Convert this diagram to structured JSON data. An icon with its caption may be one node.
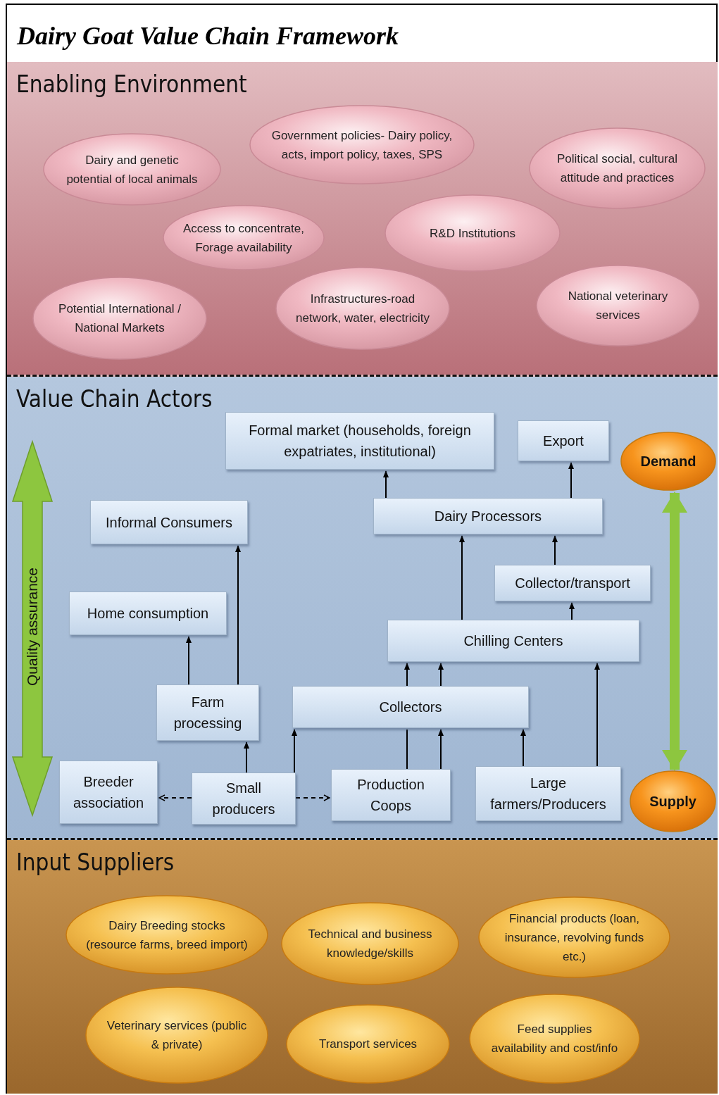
{
  "diagram": {
    "title": "Dairy Goat Value Chain Framework",
    "nodes": [
      {
        "text": [
          "Enabling Environment"
        ]
      },
      {
        "text": [
          "Dairy and genetic potential of local animals"
        ],
        "in": 0
      },
      {
        "text": [
          "Government policies- Dairy policy, acts, import policy, taxes, SPS"
        ],
        "in": 0
      },
      {
        "text": [
          "Political social, cultural attitude and practices"
        ],
        "in": 0
      },
      {
        "text": [
          "Access to concentrate, Forage availability"
        ],
        "in": 0
      },
      {
        "text": [
          "R&D Institutions"
        ],
        "in": 0
      },
      {
        "text": [
          "Potential International / National Markets"
        ],
        "in": 0
      },
      {
        "text": [
          "Infrastructures-road network, water, electricity"
        ],
        "in": 0
      },
      {
        "text": [
          "National veterinary services"
        ],
        "in": 0
      },
      {
        "text": [
          "Value Chain Actors"
        ]
      },
      {
        "text": [
          "Formal market (households, foreign expatriates, institutional)"
        ],
        "in": 9
      },
      {
        "text": [
          "Export"
        ],
        "in": 9
      },
      {
        "text": [
          "Demand"
        ],
        "in": 9
      },
      {
        "text": [
          "Informal Consumers"
        ],
        "in": 9
      },
      {
        "text": [
          "Dairy Processors"
        ],
        "in": 9
      },
      {
        "text": [
          "Collector/transport"
        ],
        "in": 9
      },
      {
        "text": [
          "Home consumption"
        ],
        "in": 9
      },
      {
        "text": [
          "Chilling Centers"
        ],
        "in": 9
      },
      {
        "text": [
          "Farm processing"
        ],
        "in": 9
      },
      {
        "text": [
          "Collectors"
        ],
        "in": 9
      },
      {
        "text": [
          "Breeder association"
        ],
        "in": 9
      },
      {
        "text": [
          "Small producers"
        ],
        "in": 9
      },
      {
        "text": [
          "Production Coops"
        ],
        "in": 9
      },
      {
        "text": [
          "Large farmers/Producers"
        ],
        "in": 9
      },
      {
        "text": [
          "Supply"
        ],
        "in": 9
      },
      {
        "text": [
          "Input Suppliers"
        ]
      },
      {
        "text": [
          "Dairy Breeding stocks (resource farms, breed import)"
        ],
        "in": 25
      },
      {
        "text": [
          "Technical and business knowledge/skills"
        ],
        "in": 25
      },
      {
        "text": [
          "Financial products (loan, insurance, revolving funds etc.)"
        ],
        "in": 25
      },
      {
        "text": [
          "Veterinary services (public & private)"
        ],
        "in": 25
      },
      {
        "text": [
          "Transport services"
        ],
        "in": 25
      },
      {
        "text": [
          "Feed supplies availability and cost/info"
        ],
        "in": 25
      }
    ],
    "edges": [
      {
        "from": 21,
        "to": 18,
        "arrow": "to"
      },
      {
        "from": 21,
        "to": 19,
        "arrow": "to"
      },
      {
        "from": 21,
        "to": 20,
        "arrow": "to",
        "style": "dashed"
      },
      {
        "from": 21,
        "to": 22,
        "arrow": "to",
        "style": "dashed"
      },
      {
        "from": 18,
        "to": 16,
        "arrow": "to"
      },
      {
        "from": 18,
        "to": 13,
        "arrow": "to"
      },
      {
        "from": 22,
        "to": 19,
        "arrow": "none"
      },
      {
        "from": 22,
        "to": 19,
        "arrow": "to"
      },
      {
        "from": 19,
        "to": 17,
        "arrow": "to"
      },
      {
        "from": 19,
        "to": 17,
        "arrow": "to"
      },
      {
        "from": 23,
        "to": 19,
        "arrow": "to"
      },
      {
        "from": 23,
        "to": 17,
        "arrow": "to"
      },
      {
        "from": 17,
        "to": 14,
        "arrow": "to"
      },
      {
        "from": 17,
        "to": 15,
        "arrow": "to"
      },
      {
        "from": 15,
        "to": 14,
        "arrow": "to"
      },
      {
        "from": 14,
        "to": 10,
        "arrow": "to"
      },
      {
        "from": 14,
        "to": 11,
        "arrow": "to"
      },
      {
        "from": 24,
        "to": 12,
        "arrow": "both",
        "style": "thick",
        "color": "#8dc63f"
      }
    ],
    "labels": [
      "Quality assurance"
    ]
  }
}
